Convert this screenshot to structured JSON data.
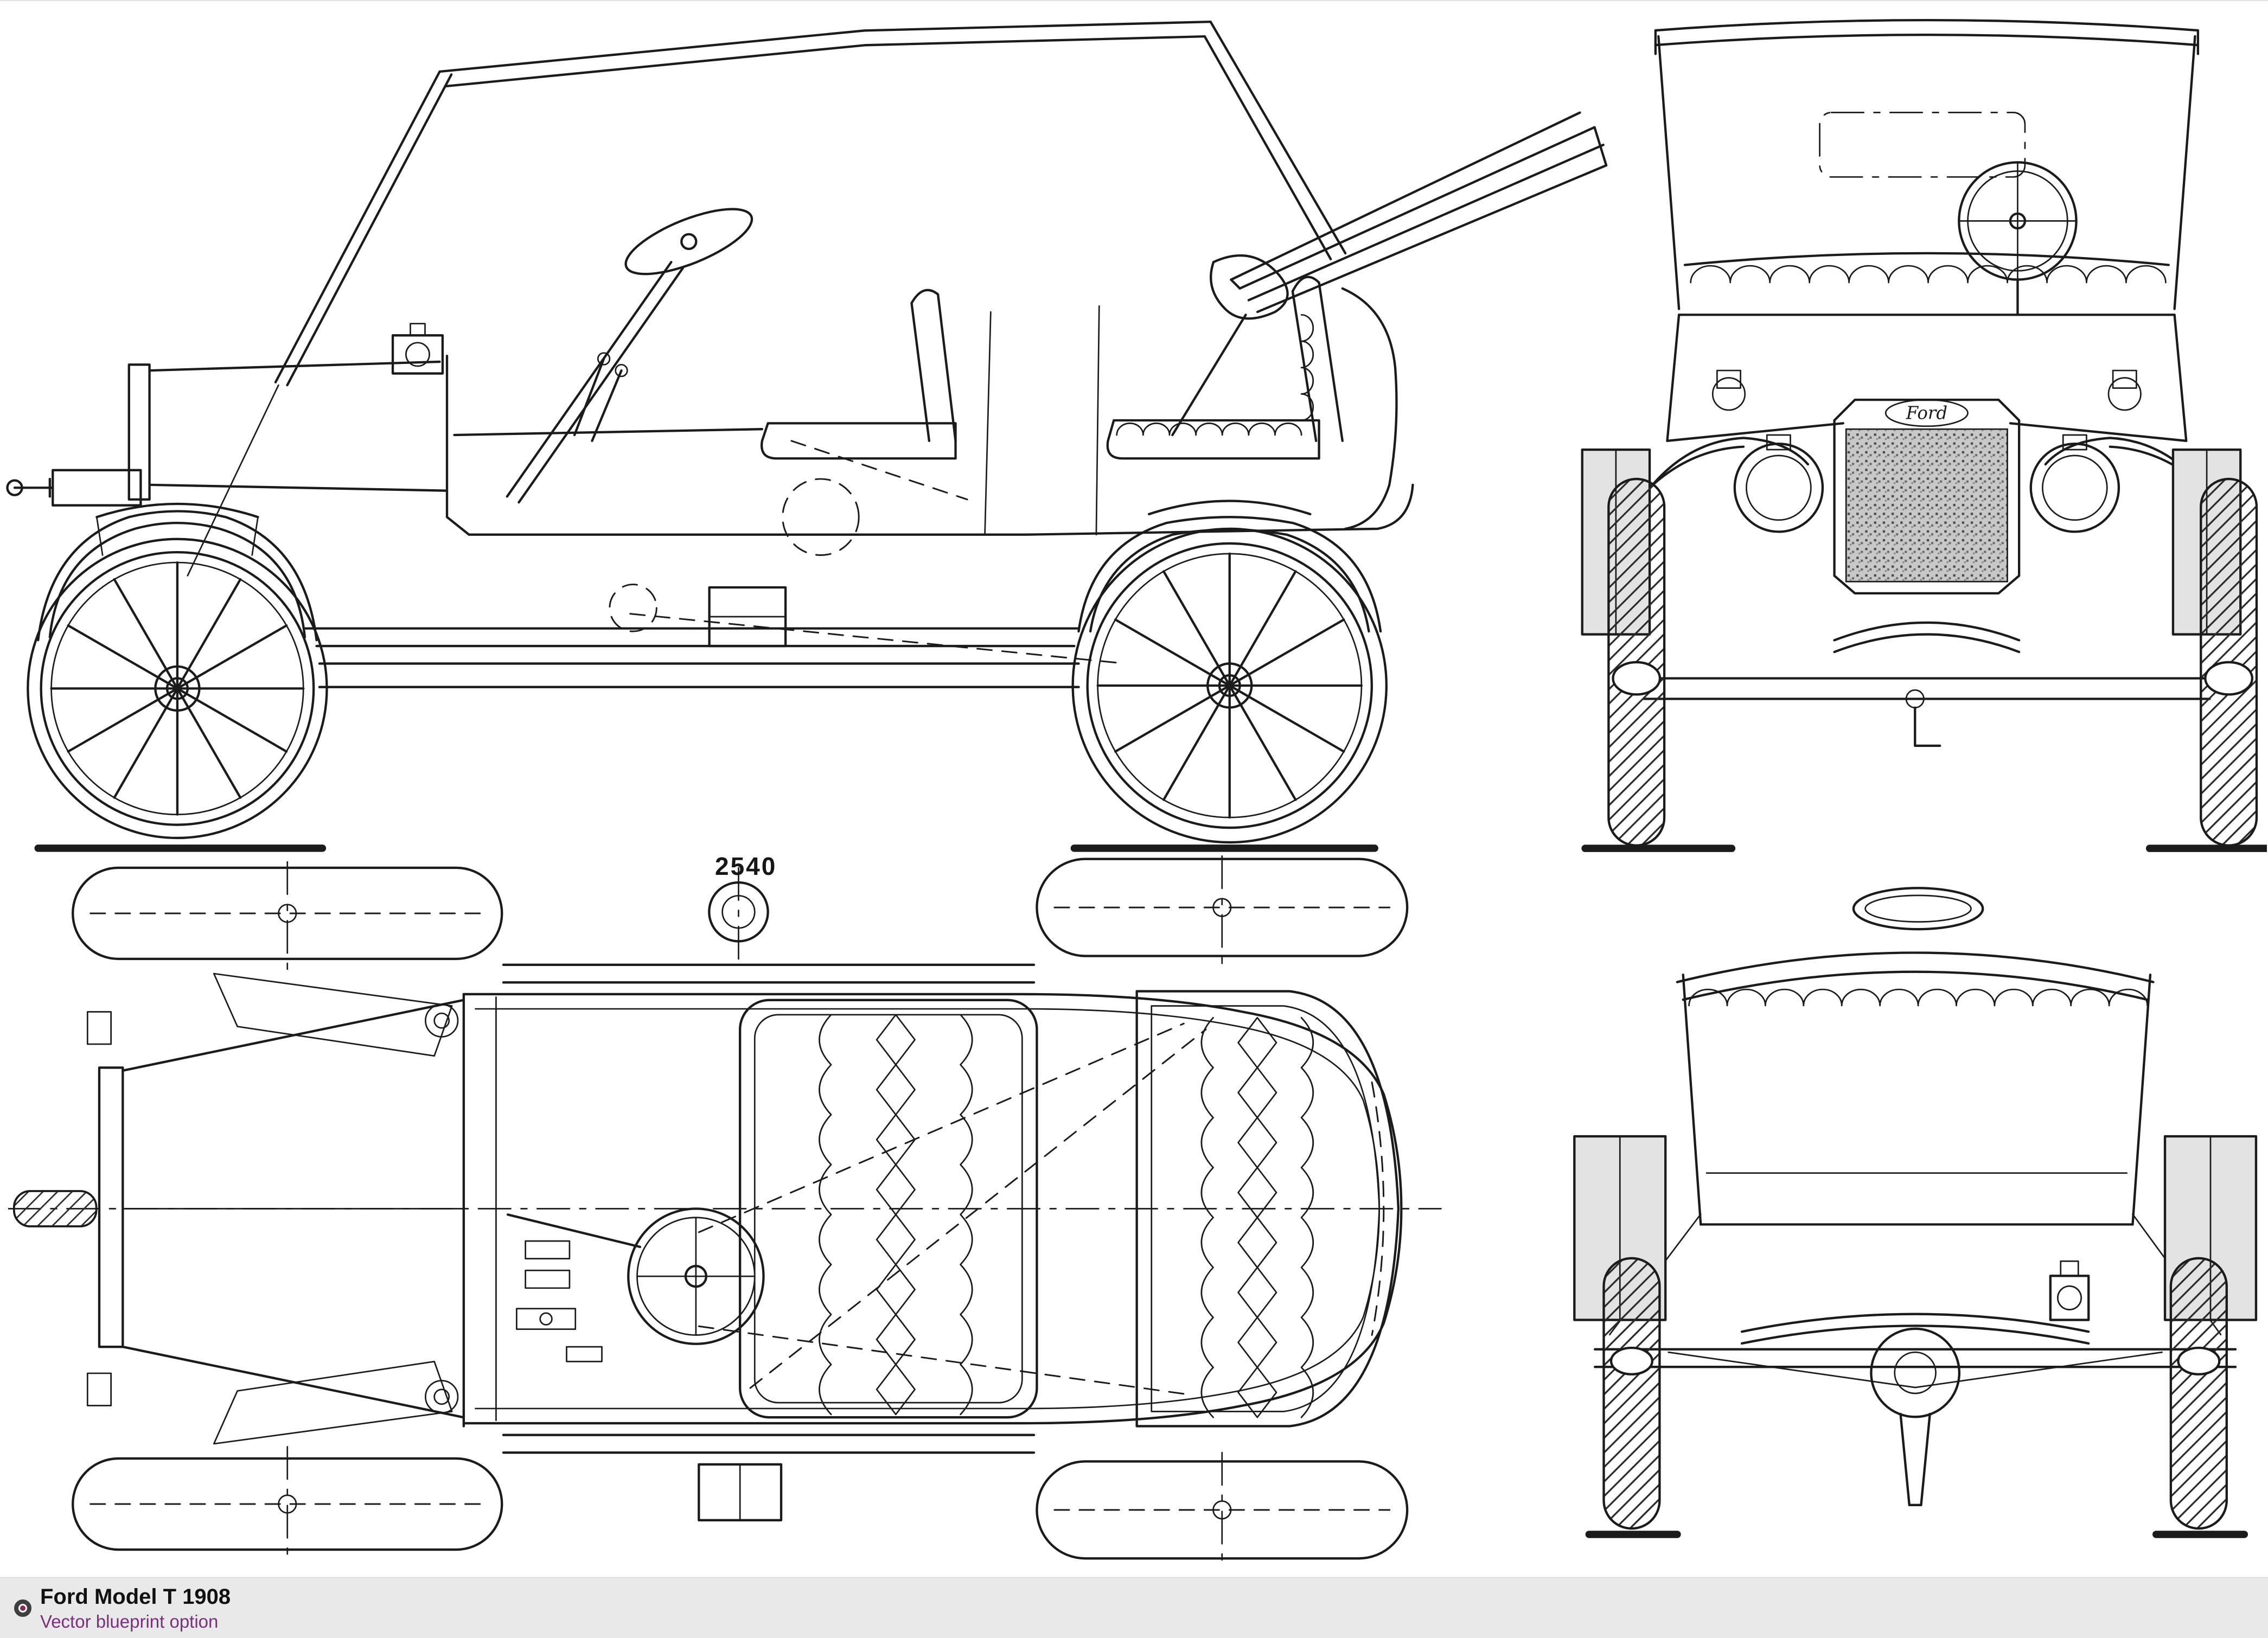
{
  "caption": {
    "title": "Ford Model T 1908",
    "subtitle": "Vector blueprint option"
  },
  "drawing": {
    "badge_text": "Ford",
    "dimension_label": "2540"
  },
  "icons": {
    "bullet_icon": "concentric-circle-bullet"
  },
  "colors": {
    "background": "#ffffff",
    "line": "#1b1b1b",
    "footer_background": "#e9e9e9",
    "title_color": "#111111",
    "subtitle_color": "#7b2f7b",
    "bullet_ring": "#3f3f3f",
    "bullet_dot": "#8a2a5a"
  }
}
